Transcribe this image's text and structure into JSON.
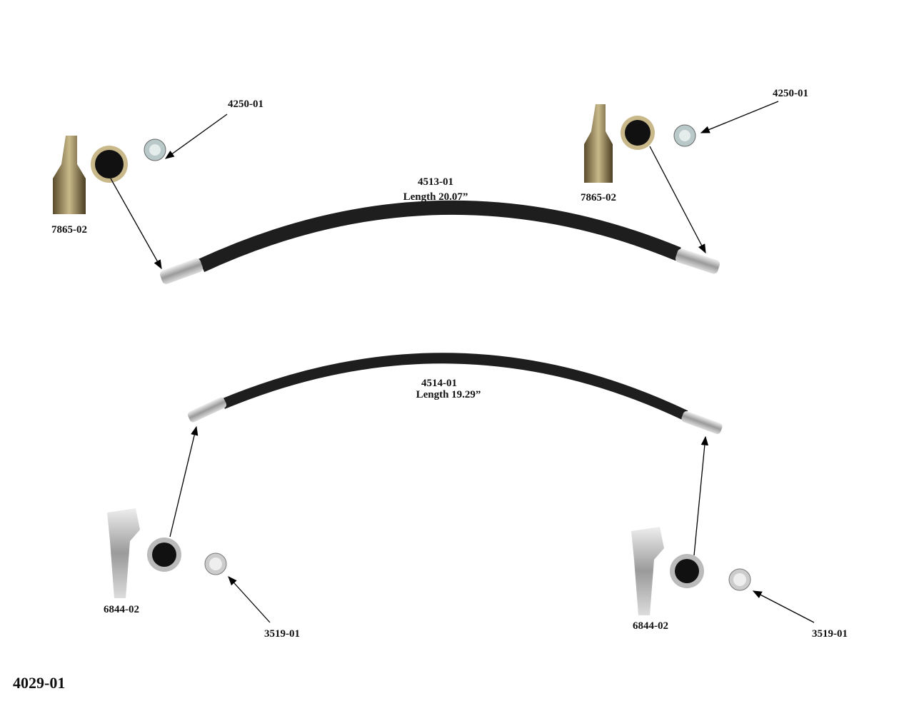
{
  "kit_number": "4029-01",
  "upper_hose": {
    "part": "4513-01",
    "length": "Length 20.07”"
  },
  "lower_hose": {
    "part": "4514-01",
    "length": "Length 19.29”"
  },
  "upper_left": {
    "fitting": "7865-02",
    "sleeve": "4250-01"
  },
  "upper_right": {
    "fitting": "7865-02",
    "sleeve": "4250-01"
  },
  "lower_left": {
    "fitting": "6844-02",
    "sleeve": "3519-01"
  },
  "lower_right": {
    "fitting": "6844-02",
    "sleeve": "3519-01"
  },
  "colors": {
    "hose": "#1e1e1e",
    "brass": "#8a7a52",
    "steel": "#b8b8b8"
  }
}
